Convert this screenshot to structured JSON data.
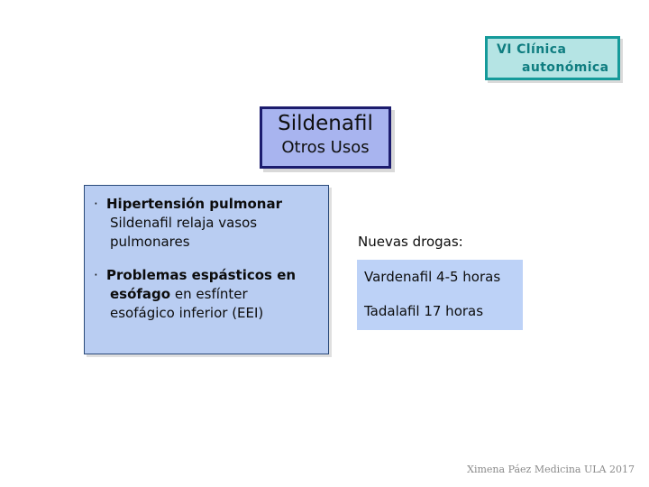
{
  "slide": {
    "background_color": "#ffffff"
  },
  "header_chip": {
    "line1": "VI Clínica",
    "line2": "autonómica",
    "fill_color": "#b5e4e4",
    "border_color": "#159a9a",
    "text_color": "#0f7d80"
  },
  "title_box": {
    "title": "Sildenafil",
    "subtitle": "Otros Usos",
    "fill_color": "#a8b4ef",
    "border_color": "#1c1c6e",
    "text_color": "#101010"
  },
  "content_box": {
    "fill_color": "#b9cdf2",
    "border_color": "#2a4a7a",
    "bullet_glyph": "·",
    "bullets": [
      {
        "lead": "Hipertensión pulmonar",
        "rest_line1": "Sildenafil relaja vasos",
        "rest_line2": "pulmonares"
      },
      {
        "lead": "Problemas espásticos en",
        "lead2": "esófago",
        "rest_line1": "en esfínter",
        "rest_line2": "esofágico inferior (EEI)"
      }
    ]
  },
  "right_column": {
    "label": "Nuevas drogas:",
    "drug_box": {
      "fill_color": "#bdd2f7",
      "lines": [
        "Vardenafil 4-5 horas",
        "Tadalafil 17 horas"
      ]
    }
  },
  "footer": {
    "credit": "Ximena Páez Medicina ULA 2017",
    "text_color": "#8a8a8a"
  }
}
